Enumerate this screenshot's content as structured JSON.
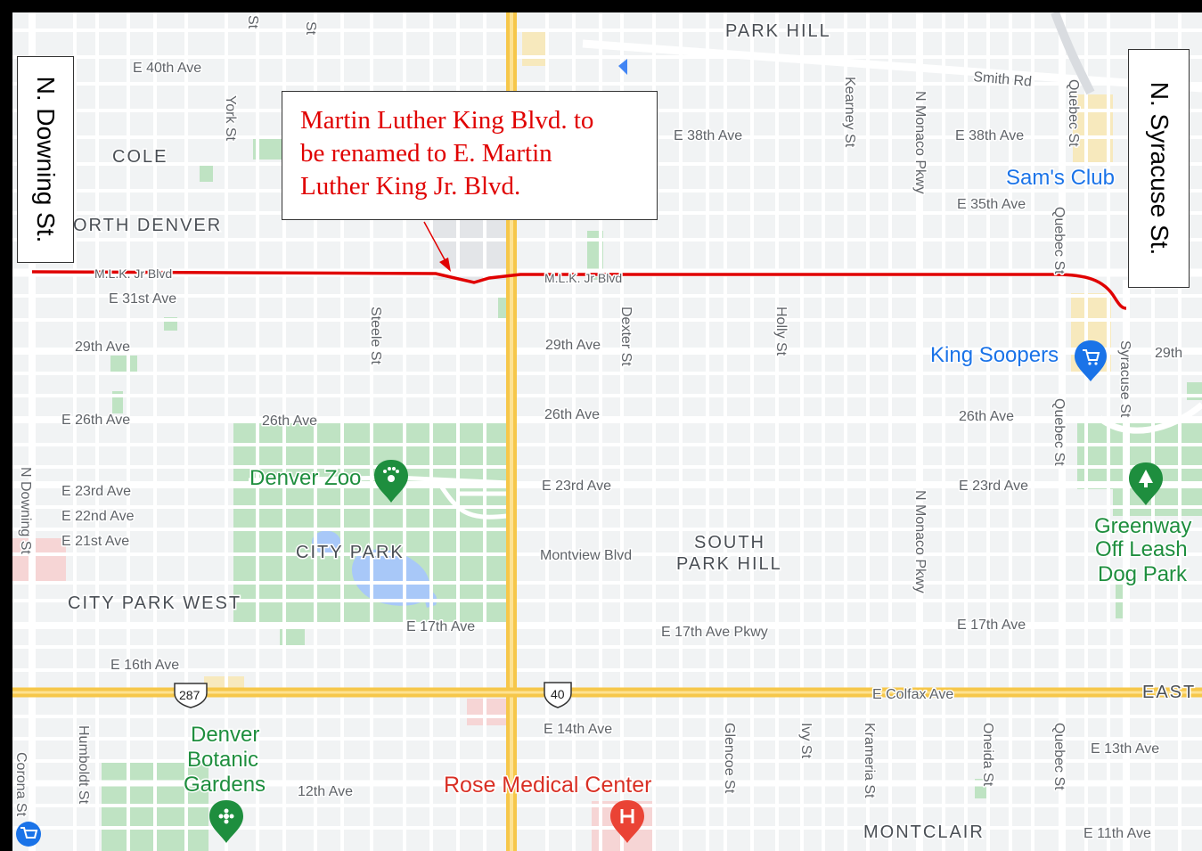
{
  "neighborhoods": [
    "PARK HILL",
    "COLE",
    "ORTH DENVER",
    "CITY PARK",
    "CITY PARK WEST",
    "SOUTH",
    "PARK HILL",
    "MONTCLAIR",
    "EAST"
  ],
  "streets_horizontal": [
    "E 40th Ave",
    "Smith Rd",
    "E 38th Ave",
    "E 38th Ave",
    "E 35th Ave",
    "M.L.K. Jr Blvd",
    "M.L.K. Jr Blvd",
    "E 31st Ave",
    "29th Ave",
    "29th Ave",
    "29th",
    "E 26th Ave",
    "26th Ave",
    "26th Ave",
    "26th Ave",
    "E 23rd Ave",
    "E 23rd Ave",
    "E 23rd Ave",
    "E 22nd Ave",
    "E 21st Ave",
    "Montview Blvd",
    "E 17th Ave",
    "E 17th Ave Pkwy",
    "E 17th Ave",
    "E 16th Ave",
    "E Colfax Ave",
    "E 14th Ave",
    "E 13th Ave",
    "12th Ave",
    "E 11th Ave"
  ],
  "streets_vertical": [
    "York St",
    "Kearney St",
    "N Monaco Pkwy",
    "Quebec St",
    "Quebec St",
    "Steele St",
    "Dexter St",
    "Holly St",
    "Syracuse St",
    "Quebec St",
    "N Downing St",
    "N Monaco Pkwy",
    "Humboldt St",
    "Corona St",
    "Glencoe St",
    "Ivy St",
    "Krameria St",
    "Oneida St",
    "Quebec St",
    "St",
    "St"
  ],
  "highway_shields": [
    "287",
    "40"
  ],
  "pois": {
    "sams_club": "Sam's Club",
    "king_soopers": "King Soopers",
    "denver_zoo": "Denver Zoo",
    "greenway": [
      "Greenway",
      "Off Leash",
      "Dog Park"
    ],
    "botanic": [
      "Denver",
      "Botanic",
      "Gardens"
    ],
    "rose_medical": "Rose Medical Center"
  },
  "annotation": {
    "callout_lines": [
      "Martin Luther King Blvd. to",
      "be renamed to E. Martin",
      "Luther King Jr. Blvd."
    ],
    "left_label": "N. Downing St.",
    "right_label": "N. Syracuse St."
  },
  "colors": {
    "route": "#e00000",
    "major_road": "#f6c74a",
    "park": "#bfe3c3",
    "water": "#a8c8f8",
    "map_bg": "#f1f3f4",
    "poi_blue": "#1a73e8",
    "poi_green": "#1e8e3e",
    "poi_red": "#d93025"
  },
  "icons": [
    "shopping-cart-icon",
    "paw-icon",
    "tree-icon",
    "flower-icon",
    "hospital-icon",
    "shopping-cart-icon-small",
    "navigation-arrow-icon"
  ]
}
